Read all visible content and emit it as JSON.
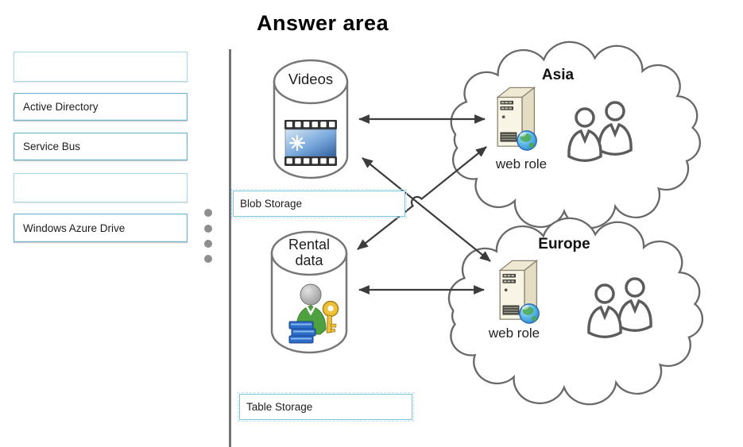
{
  "title": "Answer area",
  "sidebar": {
    "items": [
      {
        "label": ""
      },
      {
        "label": "Active Directory"
      },
      {
        "label": "Service Bus"
      },
      {
        "label": ""
      },
      {
        "label": "Windows Azure Drive"
      }
    ],
    "dots_count": 4
  },
  "diagram": {
    "videos": {
      "label": "Videos",
      "icon": "filmstrip-icon"
    },
    "rental": {
      "label_line1": "Rental",
      "label_line2": "data",
      "icon": "person-key-icon"
    },
    "blob_slot": {
      "label": "Blob Storage"
    },
    "table_slot": {
      "label": "Table Storage"
    },
    "asia": {
      "title": "Asia",
      "server_label": "web role",
      "icons": [
        "server-icon",
        "globe-icon",
        "users-icon"
      ]
    },
    "europe": {
      "title": "Europe",
      "server_label": "web role",
      "icons": [
        "server-icon",
        "globe-icon",
        "users-icon"
      ]
    },
    "arrows": [
      {
        "from": "videos-store",
        "to": "asia-web-role",
        "bidirectional": true
      },
      {
        "from": "videos-store",
        "to": "europe-web-role",
        "bidirectional": true
      },
      {
        "from": "rental-data-store",
        "to": "asia-web-role",
        "bidirectional": true
      },
      {
        "from": "rental-data-store",
        "to": "europe-web-role",
        "bidirectional": true
      }
    ]
  },
  "colors": {
    "option_border": "#6fb6ce",
    "slot_border": "#7cc5de",
    "arrow": "#3c3c3c",
    "cloud_outline": "#696969",
    "cylinder_outline": "#777777",
    "film_blue": "#30609f",
    "key_gold": "#edc23a",
    "shirt_green": "#4fa03e",
    "book_blue": "#2e6cc9"
  }
}
